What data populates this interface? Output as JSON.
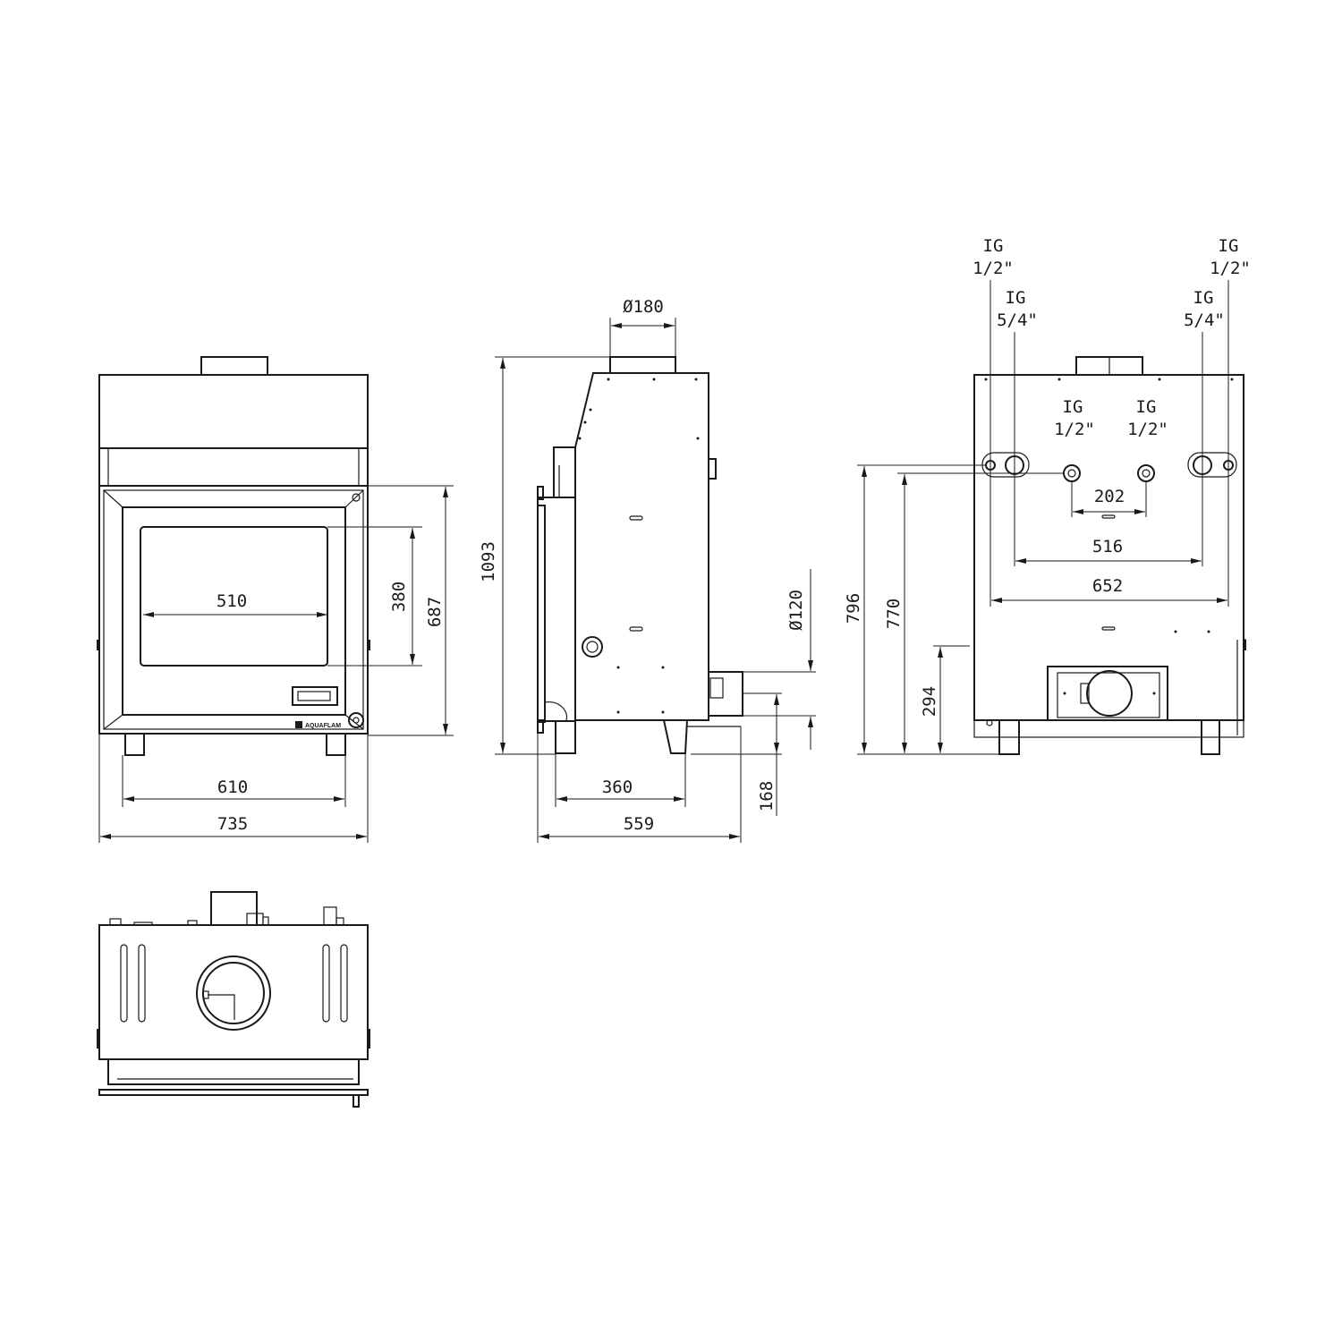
{
  "front_view": {
    "dim_window_width": "510",
    "dim_window_height": "380",
    "dim_door_height": "687",
    "dim_feet_width": "610",
    "dim_total_width": "735",
    "logo_text": "AQUAFLAM"
  },
  "side_view": {
    "dim_flue_diameter": "Ø180",
    "dim_total_height": "1093",
    "dim_air_inlet_diameter": "Ø120",
    "dim_feet_depth": "360",
    "dim_total_depth": "559",
    "dim_inlet_height": "168"
  },
  "rear_view": {
    "outer_left": {
      "type": "IG",
      "size": "1/2\""
    },
    "inner_left": {
      "type": "IG",
      "size": "5/4\""
    },
    "outer_right": {
      "type": "IG",
      "size": "1/2\""
    },
    "inner_right": {
      "type": "IG",
      "size": "5/4\""
    },
    "center_left": {
      "type": "IG",
      "size": "1/2\""
    },
    "center_right": {
      "type": "IG",
      "size": "1/2\""
    },
    "dim_center_spacing": "202",
    "dim_inner_spacing": "516",
    "dim_outer_spacing": "652",
    "dim_outer_height": "796",
    "dim_inner_height": "770",
    "dim_inlet_height": "294"
  }
}
